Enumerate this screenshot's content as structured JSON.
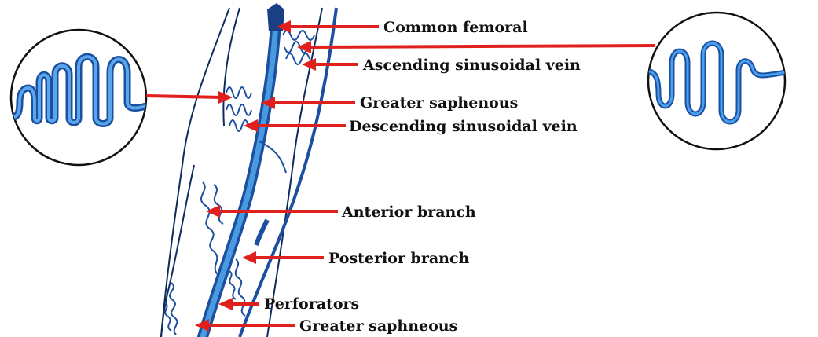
{
  "labels": {
    "common_femoral": "Common femoral",
    "ascending_sinusoidal_vein": "Ascending sinusoidal vein",
    "greater_saphenous": "Greater saphenous",
    "descending_sinusoidal_vein": "Descending sinusoidal vein",
    "anterior_branch": "Anterior branch",
    "posterior_branch": "Posterior branch",
    "perforators": "Perforators",
    "greater_saphneous": "Greater saphneous"
  },
  "colors": {
    "arrow": "#e0201c",
    "vein_dark": "#1b4fa0",
    "vein_light": "#3f8fd8",
    "outline": "#0f2a5c"
  }
}
